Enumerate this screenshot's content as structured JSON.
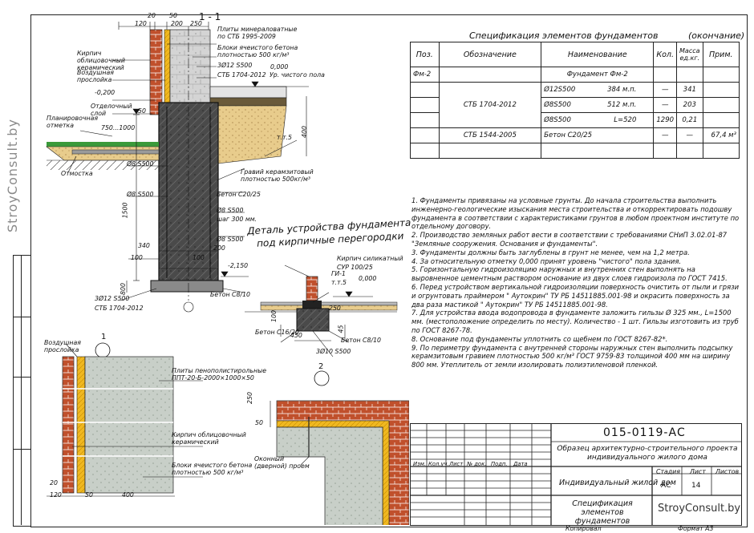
{
  "watermark": "StroyConsult.by",
  "spec": {
    "title": "Спецификация элементов фундаментов",
    "title_suffix": "(окончание)",
    "headers": [
      "Поз.",
      "Обозначение",
      "Наименование",
      "Кол.",
      "Масса ед.кг.",
      "Прим."
    ],
    "rows": [
      {
        "pos": "Фм-2",
        "designation": "",
        "name": "Фундамент Фм-2",
        "qty": "",
        "mass": "",
        "note": ""
      },
      {
        "pos": "",
        "designation": "СТБ 1704-2012",
        "name": "Ø12S500",
        "name2": "384 м.п.",
        "qty": "—",
        "mass": "341",
        "note": ""
      },
      {
        "pos": "",
        "designation": "",
        "name": "Ø8S500",
        "name2": "512 м.п.",
        "qty": "—",
        "mass": "203",
        "note": ""
      },
      {
        "pos": "",
        "designation": "",
        "name": "Ø8S500",
        "name2": "L=520",
        "qty": "1290",
        "mass": "0,21",
        "note": ""
      },
      {
        "pos": "",
        "designation": "СТБ 1544-2005",
        "name": "Бетон С20/25",
        "name2": "",
        "qty": "—",
        "mass": "—",
        "note": "67,4 м³"
      },
      {
        "pos": "",
        "designation": "",
        "name": "",
        "name2": "",
        "qty": "",
        "mass": "",
        "note": ""
      }
    ]
  },
  "notes": [
    "1. Фундаменты привязаны на условные грунты. До начала строительства выполнить инженерно-геологические изыскания места строительства и откорректировать подошву фундамента в соответствии с характеристиками грунтов в любом проектном институте по отдельному договору.",
    "2. Производство земляных работ вести в соответствии с требованиями СНиП 3.02.01-87 \"Земляные сооружения. Основания и фундаменты\".",
    "3. Фундаменты должны быть заглублены в грунт не менее, чем на 1,2 метра.",
    "4. За относительную отметку 0,000 принят уровень \"чистого\" пола здания.",
    "5. Горизонтальную гидроизоляцию наружных и внутренних стен выполнять на выровненное цементным раствором основание из двух слоев гидроизола по ГОСТ 7415.",
    "6. Перед устройством вертикальной гидроизоляции поверхность очистить от пыли и грязи и огрунтовать праймером \" Аутокрин\" ТУ РБ 14511885.001-98 и окрасить поверхность за два раза мастикой \" Аутокрин\" ТУ РБ 14511885.001-98.",
    "7. Для устройства ввода водопровода в фундаменте заложить гильзы Ø 325 мм., L=1500 мм. (местоположение определить по месту). Количество - 1 шт. Гильзы изготовить из труб по ГОСТ 8267-78.",
    "8. Основание под фундаменты уплотнить со щебнем по ГОСТ 8267-82*.",
    "9. По периметру фундамента с внутренней стороны наружных стен выполнить подсыпку керамзитовым гравием плотностью 500 кг/м³ ГОСТ 9759-83 толщиной 400 мм на ширину 800 мм. Утеплитель от земли изолировать полиэтиленовой пленкой."
  ],
  "section": {
    "label": "1 - 1",
    "dims": {
      "d120": "120",
      "d20": "20",
      "d50": "50",
      "d200": "200",
      "d250": "250",
      "d340": "340",
      "d100": "100",
      "d800": "800",
      "d1500": "1500",
      "d400": "400",
      "d750": "750...1000"
    },
    "levels": {
      "l0": "0,000",
      "l020": "-0,200",
      "l2150": "-2,150"
    },
    "labels": {
      "mineral": "Плиты минераловатные по СТБ 1995-2009",
      "brick_face": "Кирпич облицовочный керамический",
      "blocks": "Блоки ячеистого бетона плотностью 500 кг/м³",
      "bars_top": "3Ø12 S500",
      "stb": "СТБ 1704-2012",
      "air_gap": "Воздушная прослойка",
      "finish_floor": "Ур. чистого пола",
      "finish_layer": "Отделочный слой",
      "plan_mark": "Планировочная отметка",
      "blind": "Отмостка",
      "bar8": "Ø8 S500",
      "gravel": "Гравий керамзитовый плотностью 500кг/м³",
      "concrete": "Бетон С20/25",
      "step": "шаг 300 мм.",
      "bars_bot": "3Ø12 S500",
      "stb_bot": "СТБ 1704-2012",
      "concrete_c8": "Бетон С8/10",
      "mt5": "т.т.5"
    }
  },
  "detail_title": [
    "Деталь устройства фундамента",
    "под кирпичные перегородки"
  ],
  "detail": {
    "brick_silicate": "Кирпич силикатный",
    "sur": "СУР 100/25",
    "gi": "ГИ-1",
    "mt5": "т.т.5",
    "l0": "0,000",
    "c16": "Бетон С16/20",
    "c8": "Бетон С8/10",
    "bars": "3Ø10 S500",
    "d100": "100",
    "d250": "250",
    "d450": "450",
    "d45": "45"
  },
  "node1": {
    "num": "1",
    "air_gap": "Воздушная прослойка",
    "eps": "Плиты пенополистирольные ППТ-20-Б-2000×1000×50",
    "brick": "Кирпич облицовочный керамический",
    "blocks": "Блоки ячеистого бетона плотностью 500 кг/м³",
    "d20": "20",
    "d120": "120",
    "d50": "50",
    "d400": "400"
  },
  "node2": {
    "num": "2",
    "opening": "Оконный (дверной) проем",
    "d250": "250",
    "d50": "50"
  },
  "title_block": {
    "code": "015-0119-АС",
    "desc": "Образец архитектурно-строительного проекта индивидуального жилого дома",
    "cols": [
      "Изм.",
      "Кол.уч.",
      "Лист",
      "№ док.",
      "Подп.",
      "Дата"
    ],
    "object": "Индивидуальный жилой дом",
    "stage_h": "Стадия",
    "sheet_h": "Лист",
    "sheets_h": "Листов",
    "stage": "АС",
    "sheet": "14",
    "sheets": "",
    "drawing": "Спецификация элементов фундаментов",
    "brand": "StroyConsult.by",
    "copied": "Копировал",
    "format": "Формат А3"
  },
  "colors": {
    "brick": "#c0502c",
    "insulation": "#f0b820",
    "concrete": "#4a4a4a",
    "block": "#d4d4d4",
    "sand": "#e8cc8c",
    "grass": "#3a9a3a"
  }
}
